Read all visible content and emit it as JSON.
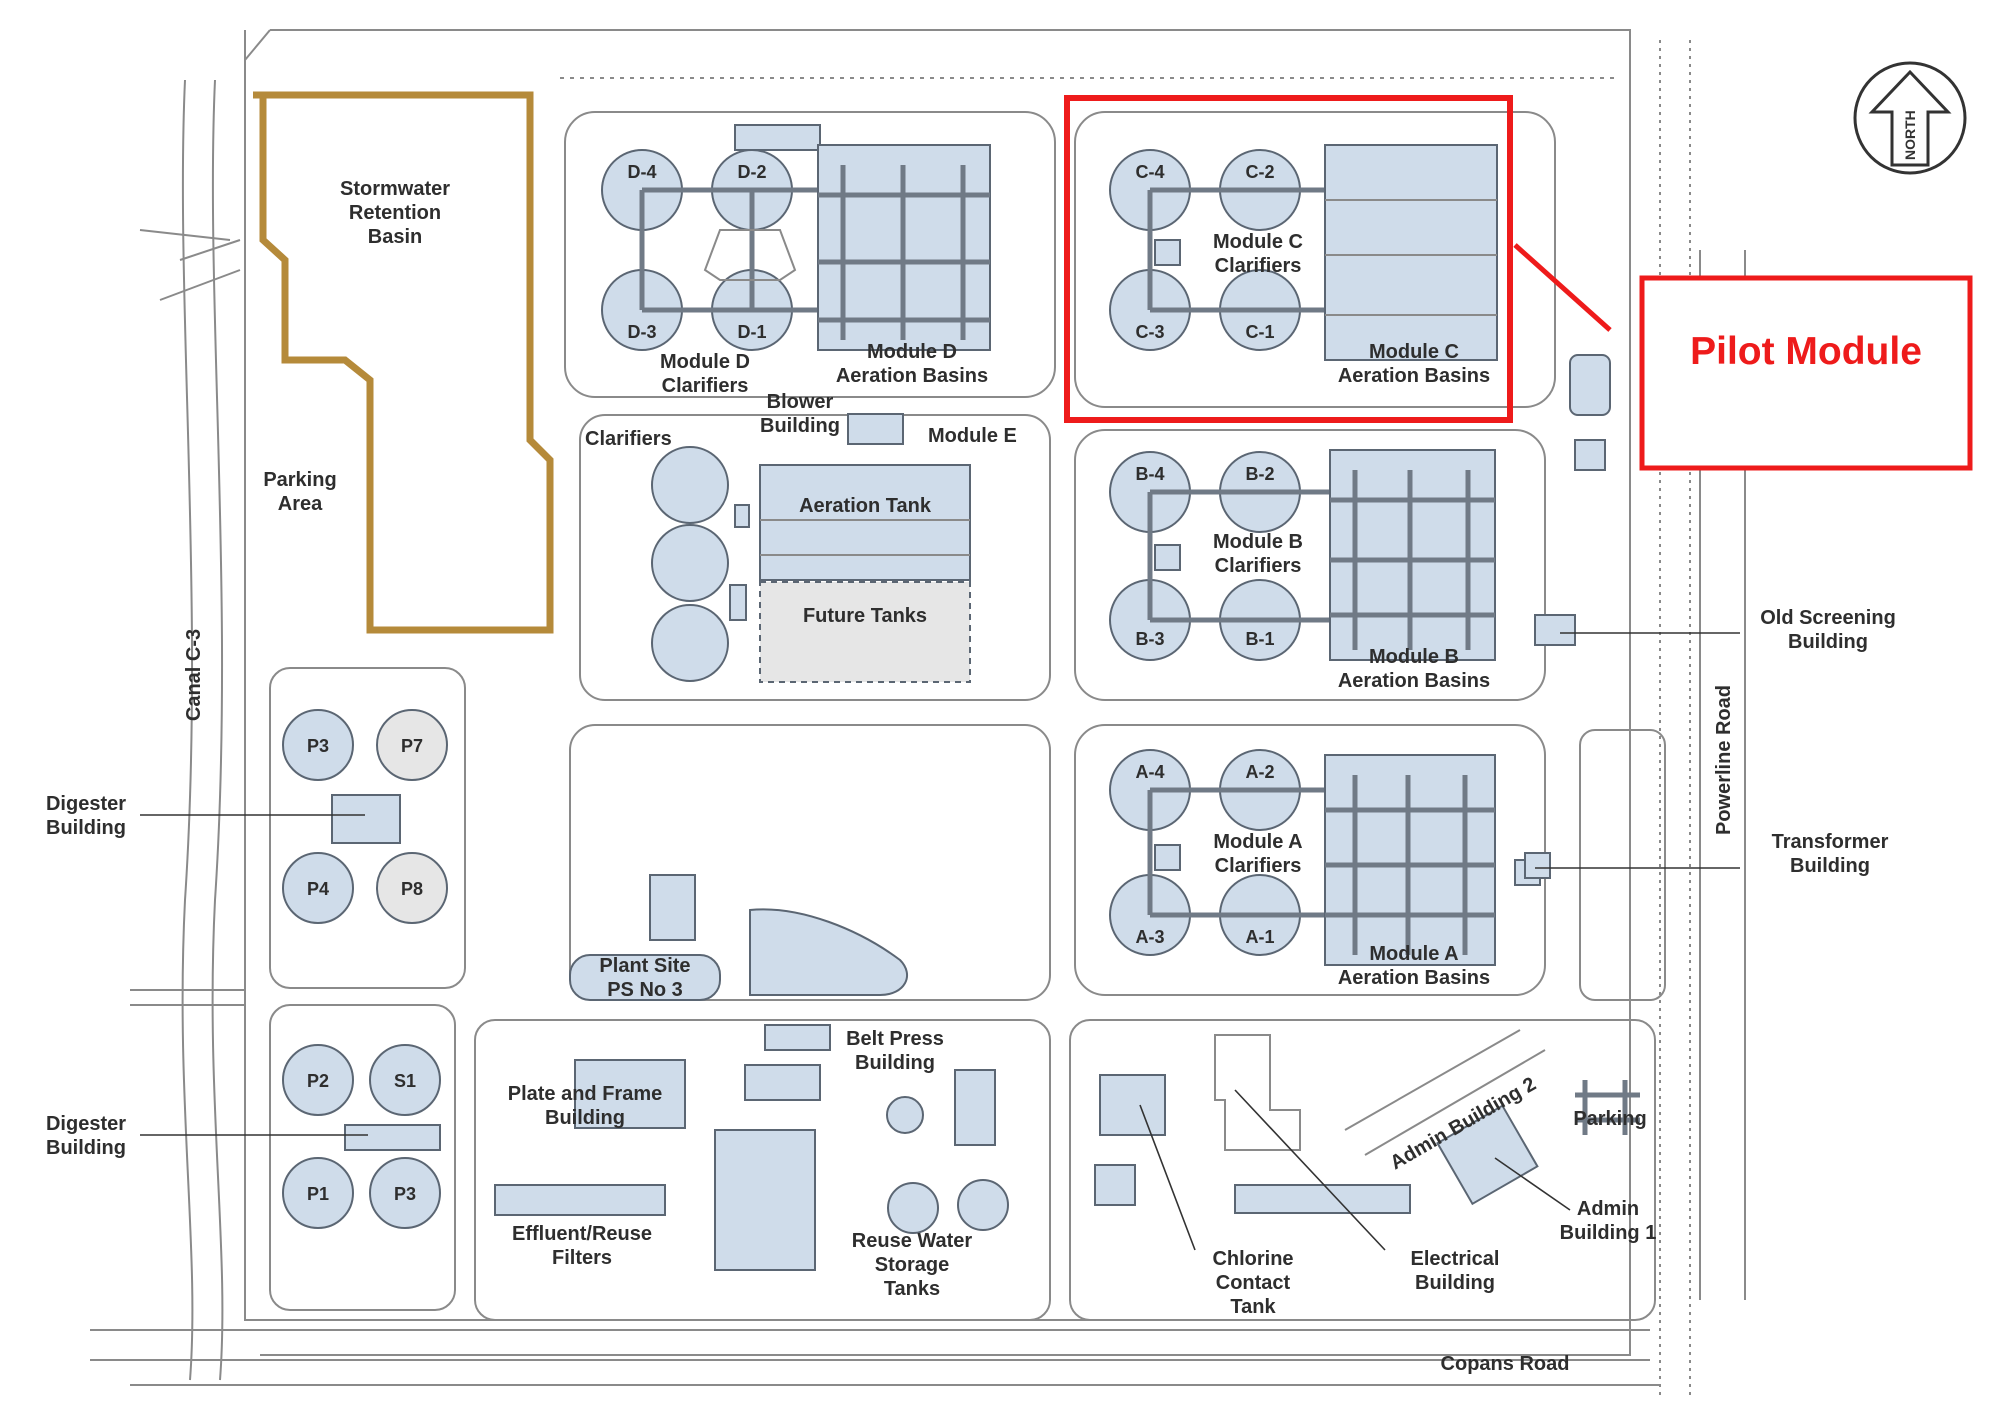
{
  "title": "",
  "callout": {
    "label": "Pilot Module",
    "color": "#ee1b1b"
  },
  "colors": {
    "basin_fill": "#cfdcea",
    "retention_outline": "#b58a3a",
    "lines": "#8a8a8a"
  },
  "compass": {
    "label": "NORTH",
    "icon": "north-arrow-icon"
  },
  "roads": {
    "canal": "Canal C-3",
    "powerline": "Powerline Road",
    "copans": "Copans Road"
  },
  "areas": {
    "stormwater": [
      "Stormwater",
      "Retention",
      "Basin"
    ],
    "parking_area": [
      "Parking",
      "Area"
    ],
    "clarifiers_e": "Clarifiers",
    "blower": [
      "Blower",
      "Building"
    ],
    "module_e": "Module E",
    "aeration_tank": "Aeration Tank",
    "future_tanks": "Future Tanks",
    "plant_ps": [
      "Plant Site",
      "PS No 3"
    ]
  },
  "modules": {
    "D": {
      "units": [
        "D-4",
        "D-2",
        "D-3",
        "D-1"
      ],
      "clarifiers": [
        "Module D",
        "Clarifiers"
      ],
      "basins": [
        "Module D",
        "Aeration Basins"
      ]
    },
    "C": {
      "units": [
        "C-4",
        "C-2",
        "C-3",
        "C-1"
      ],
      "clarifiers": [
        "Module C",
        "Clarifiers"
      ],
      "basins": [
        "Module C",
        "Aeration Basins"
      ]
    },
    "B": {
      "units": [
        "B-4",
        "B-2",
        "B-3",
        "B-1"
      ],
      "clarifiers": [
        "Module B",
        "Clarifiers"
      ],
      "basins": [
        "Module B",
        "Aeration Basins"
      ]
    },
    "A": {
      "units": [
        "A-4",
        "A-2",
        "A-3",
        "A-1"
      ],
      "clarifiers": [
        "Module A",
        "Clarifiers"
      ],
      "basins": [
        "Module A",
        "Aeration Basins"
      ]
    }
  },
  "digesters": {
    "upper": [
      "P3",
      "P7",
      "P4",
      "P8"
    ],
    "lower": [
      "P2",
      "S1",
      "P1",
      "P3"
    ]
  },
  "buildings": {
    "digester_upper": [
      "Digester",
      "Building"
    ],
    "digester_lower": [
      "Digester",
      "Building"
    ],
    "old_screening": [
      "Old Screening",
      "Building"
    ],
    "transformer": [
      "Transformer",
      "Building"
    ],
    "belt_press": [
      "Belt Press",
      "Building"
    ],
    "plate_frame": [
      "Plate and Frame",
      "Building"
    ],
    "effluent_filters": [
      "Effluent/Reuse",
      "Filters"
    ],
    "reuse_tanks": [
      "Reuse Water",
      "Storage",
      "Tanks"
    ],
    "chlorine": [
      "Chlorine",
      "Contact",
      "Tank"
    ],
    "electrical": [
      "Electrical",
      "Building"
    ],
    "admin2": "Admin Building 2",
    "admin1": [
      "Admin",
      "Building 1"
    ],
    "parking": "Parking"
  }
}
